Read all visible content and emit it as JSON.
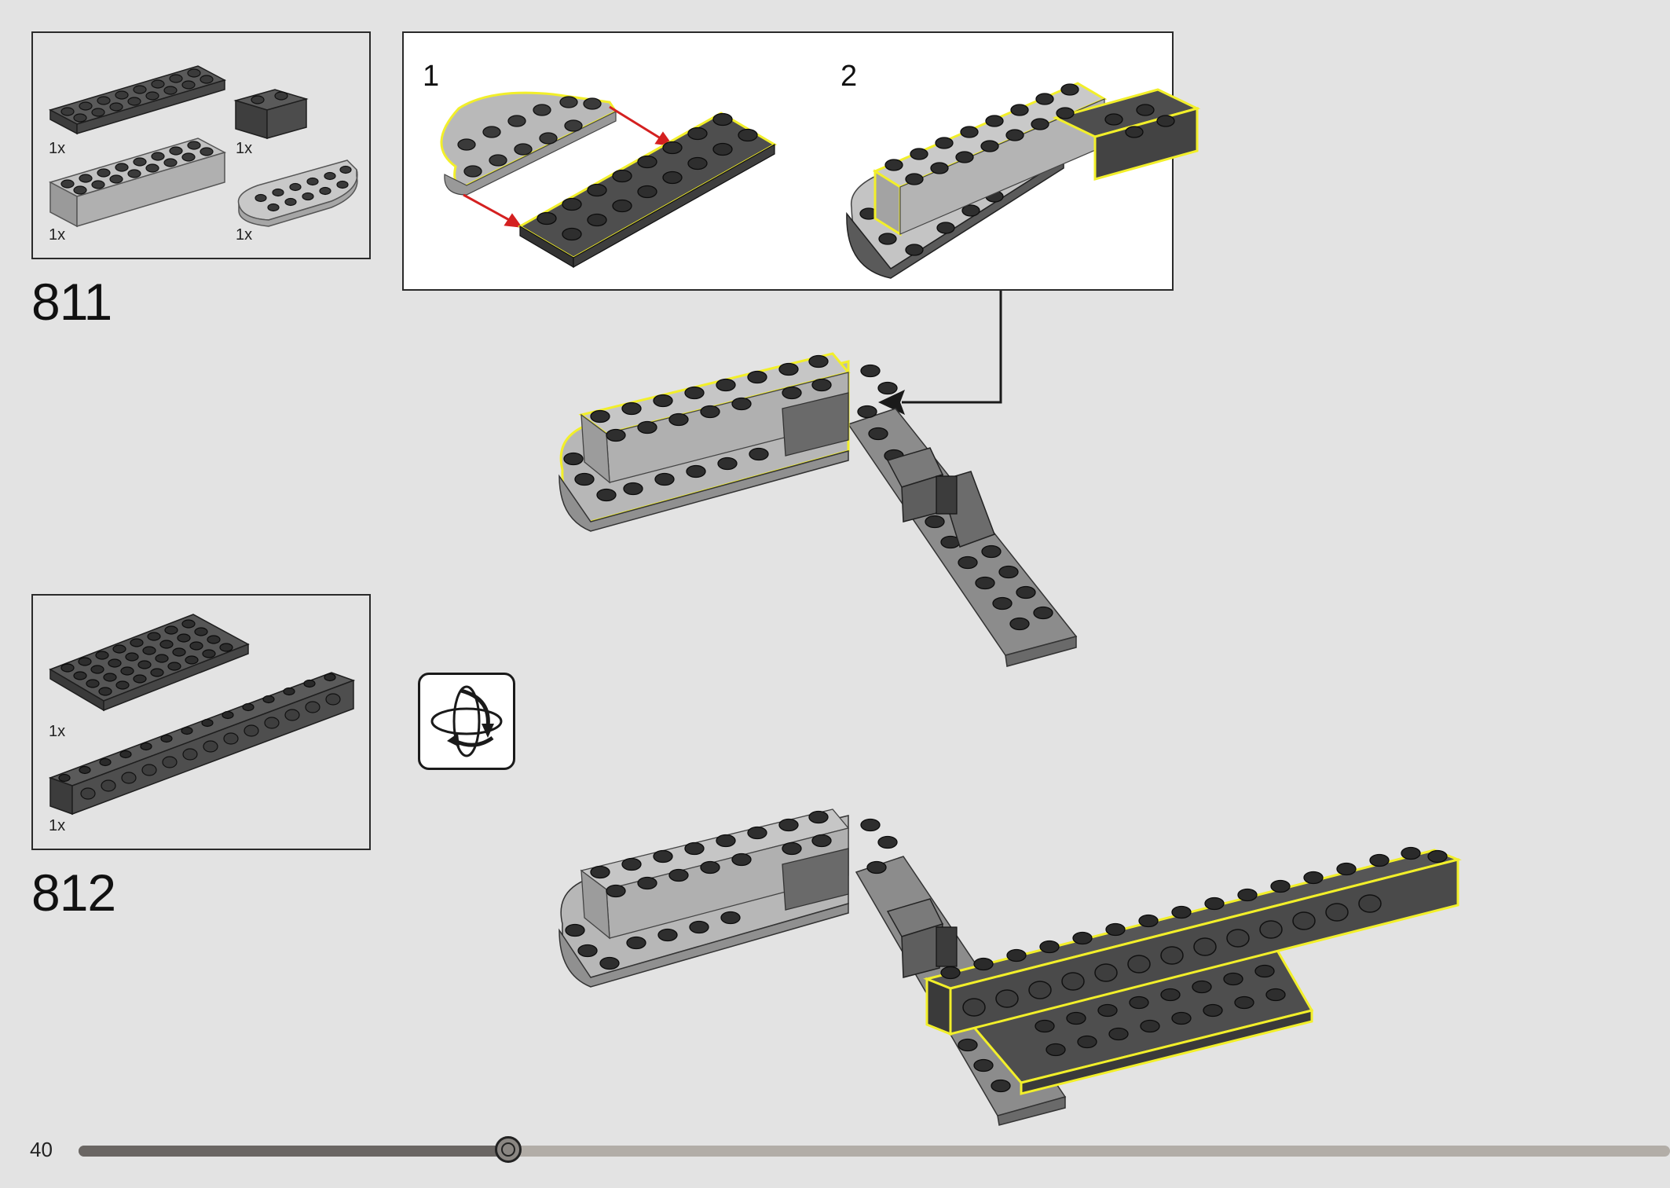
{
  "page": {
    "number": "40",
    "progress_fraction": 0.27
  },
  "steps": [
    {
      "number": "811",
      "parts": [
        {
          "qty": "1x",
          "part": "plate-2x8-dark-gray"
        },
        {
          "qty": "1x",
          "part": "brick-1x2-dark-gray"
        },
        {
          "qty": "1x",
          "part": "brick-2x8-light-gray"
        },
        {
          "qty": "1x",
          "part": "plate-round-corner-light-gray"
        }
      ],
      "substeps": [
        {
          "label": "1"
        },
        {
          "label": "2"
        }
      ]
    },
    {
      "number": "812",
      "parts": [
        {
          "qty": "1x",
          "part": "plate-4x8-dark-gray"
        },
        {
          "qty": "1x",
          "part": "technic-brick-1x14-dark-gray"
        }
      ]
    }
  ],
  "icons": {
    "rotate": "rotate-model-icon"
  },
  "colors": {
    "background": "#e3e3e3",
    "dark_gray_part": "#4a4a4a",
    "light_gray_part": "#a9a9a9",
    "highlight": "#f2ef2a",
    "arrow_red": "#d42020",
    "progress_track": "#b2ada7",
    "progress_filled": "#6a6663"
  }
}
